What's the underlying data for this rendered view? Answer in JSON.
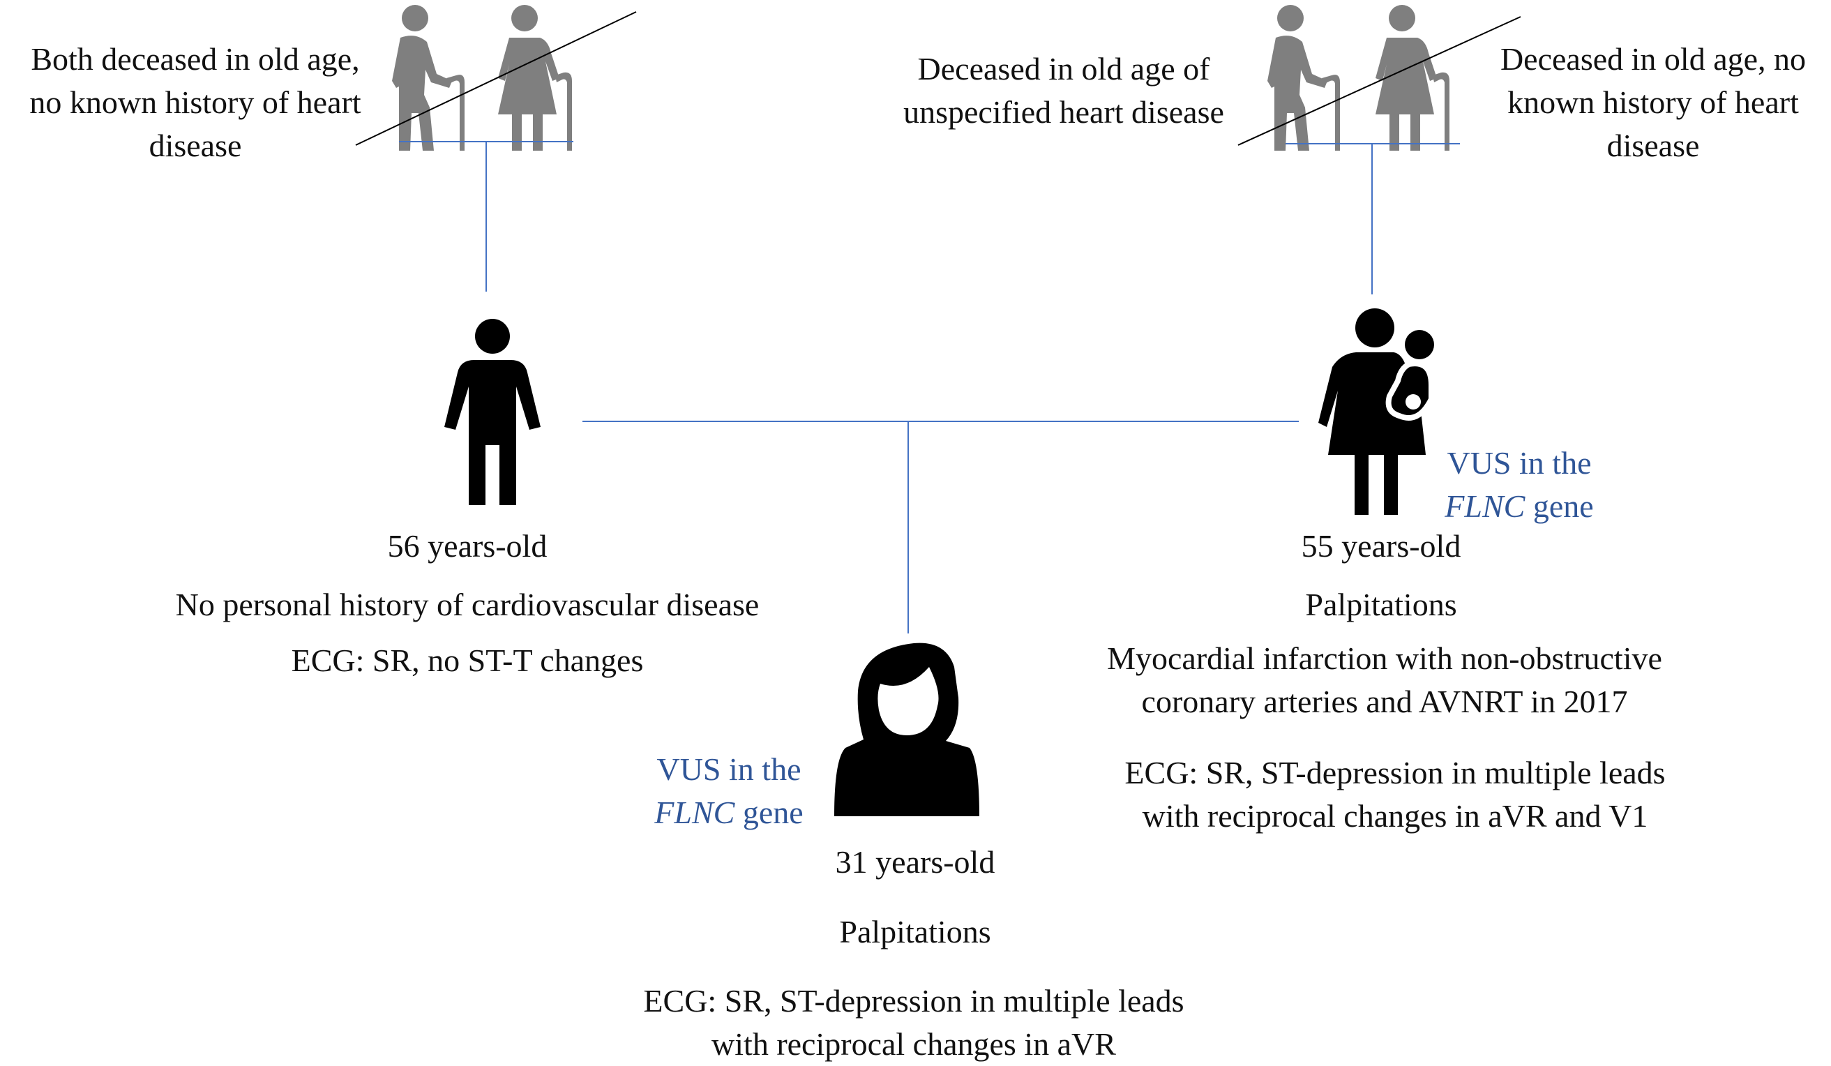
{
  "colors": {
    "line": "#4472C4",
    "grandparent_icon": "#7F7F7F",
    "person_icon": "#000000",
    "vus_text": "#2F5597",
    "text": "#111111"
  },
  "grandparents_paternal": {
    "icon": "elderly-couple-deceased-icon",
    "note_lines": [
      "Both deceased in old age,",
      "no known history of heart",
      "disease"
    ]
  },
  "grandparents_maternal": {
    "icon": "elderly-couple-deceased-icon",
    "grandfather_note_lines": [
      "Deceased in old age of",
      "unspecified heart disease"
    ],
    "grandmother_note_lines": [
      "Deceased in old age, no",
      "known history of heart",
      "disease"
    ]
  },
  "father": {
    "icon": "man-icon",
    "age": "56 years-old",
    "history": "No personal history of cardiovascular disease",
    "ecg": "ECG: SR, no ST-T changes"
  },
  "mother": {
    "icon": "woman-with-child-icon",
    "vus_line1": "VUS in the",
    "vus_gene": "FLNC",
    "vus_suffix": " gene",
    "age": "55 years-old",
    "symptom": "Palpitations",
    "history_lines": [
      "Myocardial infarction with non-obstructive",
      "coronary arteries and AVNRT in 2017"
    ],
    "ecg_lines": [
      "ECG: SR, ST-depression in multiple leads",
      "with reciprocal changes in aVR and V1"
    ]
  },
  "daughter": {
    "icon": "woman-bust-icon",
    "vus_line1": "VUS in the",
    "vus_gene": "FLNC",
    "vus_suffix": " gene",
    "age": "31 years-old",
    "symptom": "Palpitations",
    "ecg_lines": [
      "ECG: SR, ST-depression in multiple leads",
      "with reciprocal changes in aVR"
    ]
  }
}
